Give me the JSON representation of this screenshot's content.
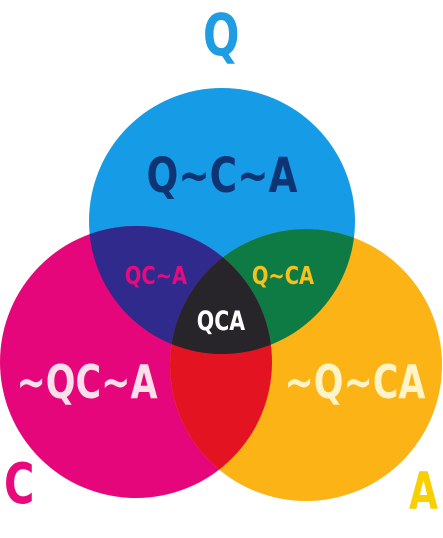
{
  "diagram": {
    "title_labels": {
      "q": "Q",
      "c": "C",
      "a": "A"
    },
    "regions": {
      "q_only": "Q~C~A",
      "c_only": "~QC~A",
      "a_only": "~Q~CA",
      "qc_not_a": "QC~A",
      "qa_not_c": "Q~CA",
      "ca_not_q": "",
      "all": "QCA"
    },
    "colors": {
      "q_set": "#169be6",
      "c_set": "#e5067b",
      "a_set": "#fbb315",
      "qc_overlap": "#2f2a8b",
      "qa_overlap": "#0e7a44",
      "ca_overlap": "#e31322",
      "all_overlap": "#272529",
      "q_text": "#1e9de3",
      "c_text": "#e80a7c",
      "a_text": "#f8cf00",
      "q_only_text": "#0f3473",
      "c_only_text": "#fcdfe8",
      "a_only_text": "#fff4c7",
      "qc_text": "#e80a7c",
      "qa_text": "#f6c11a",
      "all_text": "#ffffff"
    }
  }
}
